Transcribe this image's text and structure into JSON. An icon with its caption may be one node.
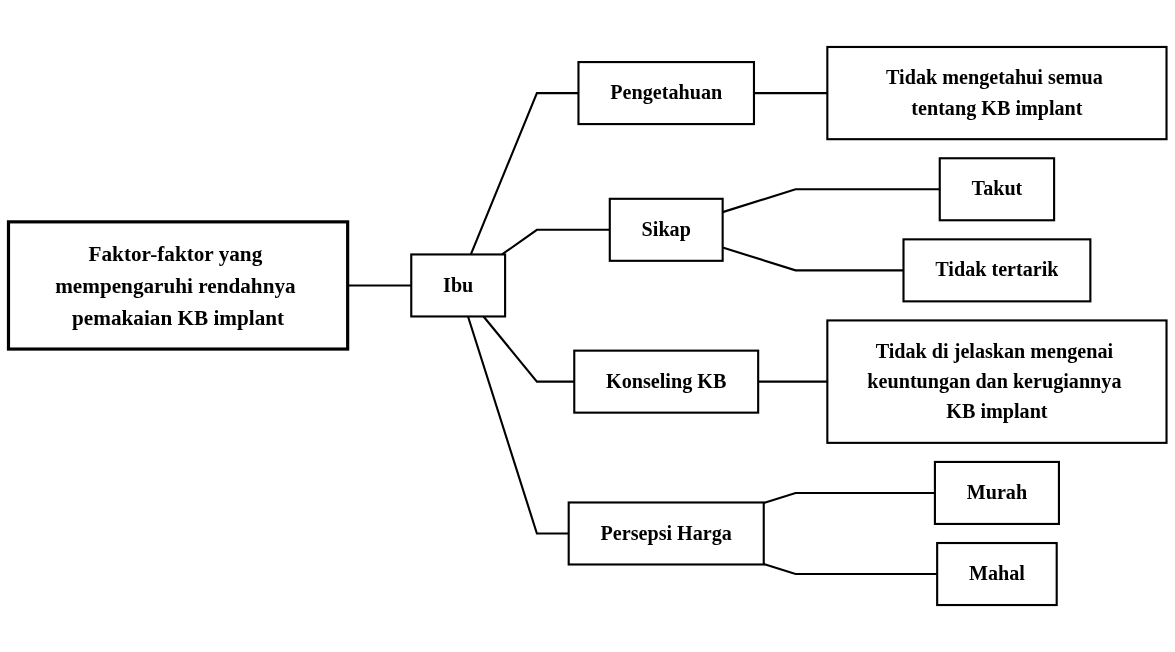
{
  "diagram": {
    "nodes": [
      {
        "text": [
          "Faktor-faktor yang mempengaruhi rendahnya pemakaian KB implant"
        ]
      },
      {
        "text": [
          "Ibu"
        ]
      },
      {
        "text": [
          "Pengetahuan"
        ]
      },
      {
        "text": [
          "Tidak mengetahui semua tentang KB implant"
        ]
      },
      {
        "text": [
          "Sikap"
        ]
      },
      {
        "text": [
          "Takut"
        ]
      },
      {
        "text": [
          "Tidak tertarik"
        ]
      },
      {
        "text": [
          "Konseling KB"
        ]
      },
      {
        "text": [
          "Tidak di jelaskan mengenai keuntungan dan kerugiannya KB implant"
        ]
      },
      {
        "text": [
          "Persepsi Harga"
        ]
      },
      {
        "text": [
          "Murah"
        ]
      },
      {
        "text": [
          "Mahal"
        ]
      }
    ],
    "edges": [
      {
        "from": 0,
        "to": 1,
        "arrow": "none"
      },
      {
        "from": 1,
        "to": 2,
        "arrow": "none"
      },
      {
        "from": 2,
        "to": 3,
        "arrow": "none"
      },
      {
        "from": 1,
        "to": 4,
        "arrow": "none"
      },
      {
        "from": 4,
        "to": 5,
        "arrow": "none"
      },
      {
        "from": 4,
        "to": 6,
        "arrow": "none"
      },
      {
        "from": 1,
        "to": 7,
        "arrow": "none"
      },
      {
        "from": 7,
        "to": 8,
        "arrow": "none"
      },
      {
        "from": 1,
        "to": 9,
        "arrow": "none"
      },
      {
        "from": 9,
        "to": 10,
        "arrow": "none"
      },
      {
        "from": 9,
        "to": 11,
        "arrow": "none"
      }
    ]
  }
}
